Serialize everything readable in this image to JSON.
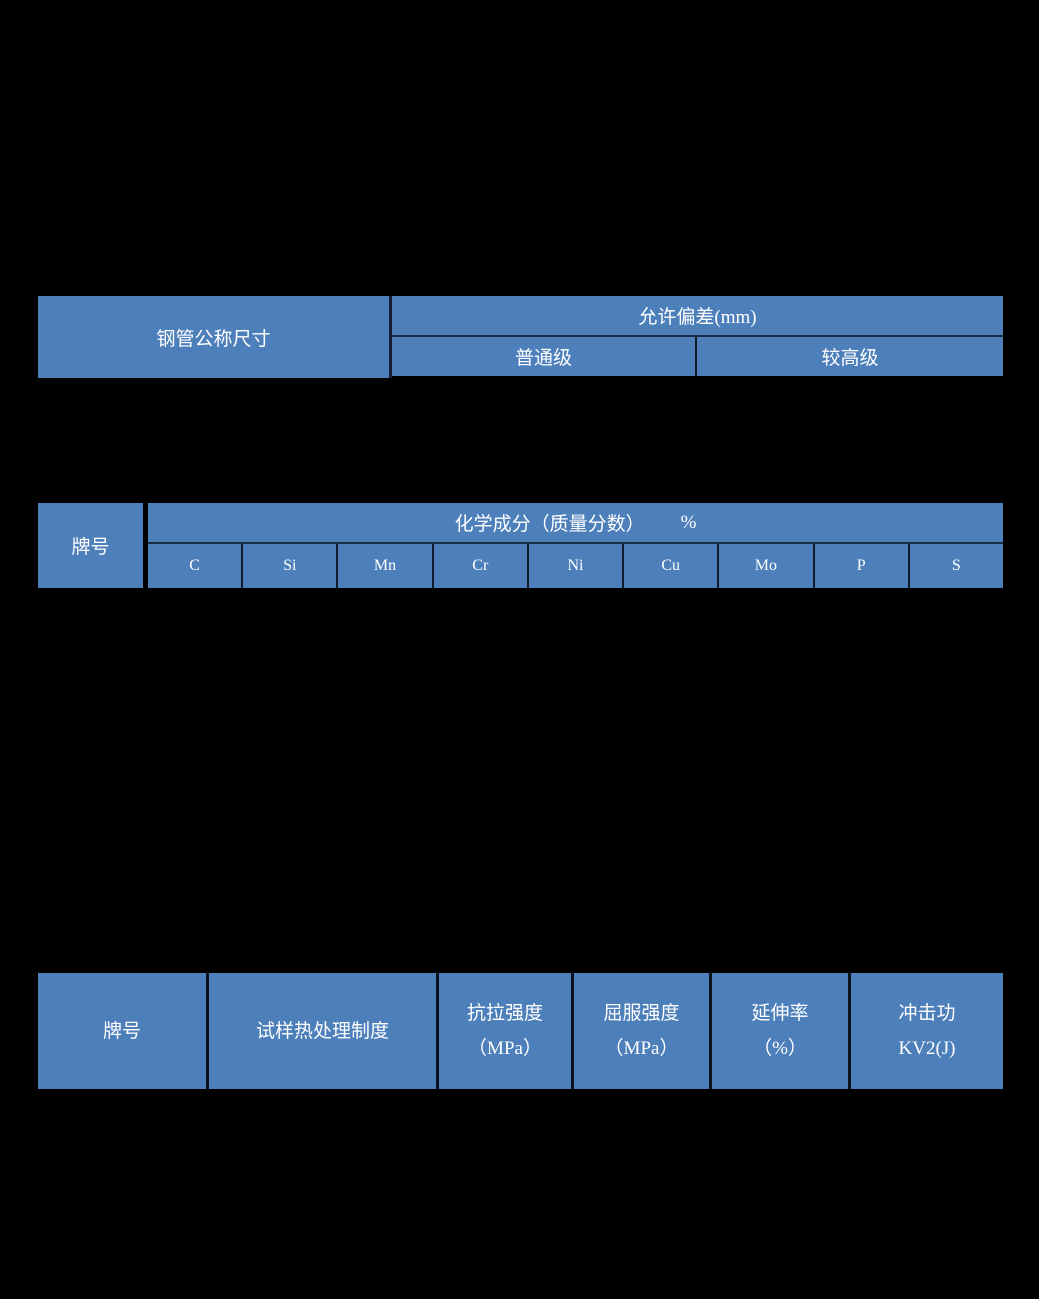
{
  "page": {
    "background": "#000000",
    "table_fill": "#4d7fba",
    "divider_dark": "#1b2b45",
    "text_color": "#ffffff"
  },
  "table1": {
    "col1_header": "钢管公称尺寸",
    "group_header": "允许偏差(mm)",
    "sub_headers": [
      "普通级",
      "较高级"
    ]
  },
  "table2": {
    "col1_header": "牌号",
    "group_header": "化学成分（质量分数）",
    "group_unit": "%",
    "elements": [
      "C",
      "Si",
      "Mn",
      "Cr",
      "Ni",
      "Cu",
      "Mo",
      "P",
      "S"
    ]
  },
  "table3": {
    "headers": [
      {
        "line1": "牌号",
        "line2": ""
      },
      {
        "line1": "试样热处理制度",
        "line2": ""
      },
      {
        "line1": "抗拉强度",
        "line2": "（MPa）"
      },
      {
        "line1": "屈服强度",
        "line2": "（MPa）"
      },
      {
        "line1": "延伸率",
        "line2": "（%）"
      },
      {
        "line1": "冲击功",
        "line2": "KV2(J)"
      }
    ]
  }
}
